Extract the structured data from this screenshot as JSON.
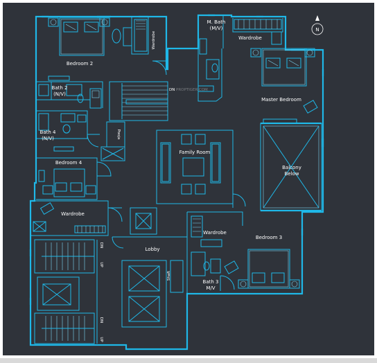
{
  "colors": {
    "background": "#2f333a",
    "line": "#1fb8e8",
    "line_light": "#7fd8f5",
    "text": "#ffffff",
    "footer": "#d9d9d9",
    "border": "#ffffff"
  },
  "compass": {
    "label": "N"
  },
  "rooms": {
    "bedroom2": "Bedroom 2",
    "wardrobe_b2": "Wardrobe",
    "bath2_line1": "Bath 2",
    "bath2_line2": "(N/V)",
    "bath4_line1": "Bath 4",
    "bath4_line2": "(N/V)",
    "pooja": "Pooja",
    "dn_top": "DN",
    "watermark": "PROPTIGER.COM",
    "mbath_line1": "M. Bath",
    "mbath_line2": "(M/V)",
    "wardrobe_master": "Wardrobe",
    "master_bedroom": "Master Bedroom",
    "family_room": "Family Room",
    "balcony_line1": "Balcony",
    "balcony_line2": "Below",
    "bedroom4": "Bedroom 4",
    "wardrobe_b4": "Wardrobe",
    "lobby": "Lobby",
    "shaft": "Shaft",
    "wardrobe_b3": "Wardrobe",
    "bedroom3": "Bedroom 3",
    "bath3_line1": "Bath 3",
    "bath3_line2": "M/V",
    "stair_dn_1": "DN",
    "stair_up": "UP",
    "stair_dn_2": "DN",
    "stair_up_2": "UP"
  }
}
